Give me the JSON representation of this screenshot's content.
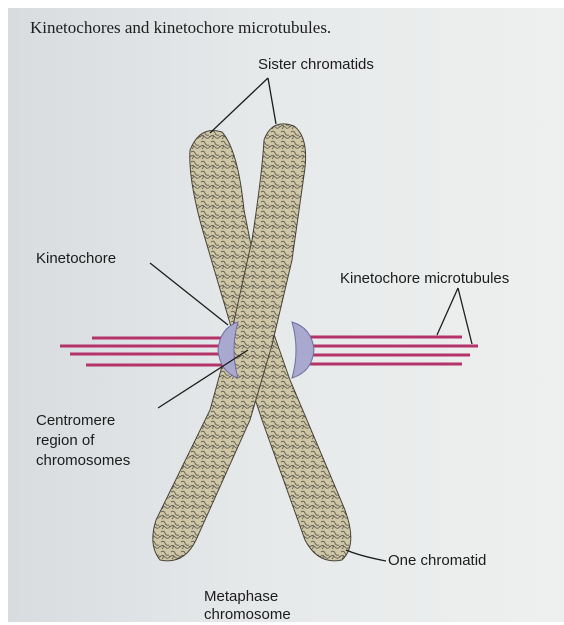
{
  "figure": {
    "caption": "Kinetochores and kinetochore microtubules.",
    "labels": {
      "sister_chromatids": "Sister chromatids",
      "kinetochore": "Kinetochore",
      "kinetochore_microtubules": "Kinetochore microtubules",
      "centromere_line1": "Centromere",
      "centromere_line2": "region of",
      "centromere_line3": "chromosomes",
      "one_chromatid": "One chromatid",
      "metaphase_line1": "Metaphase",
      "metaphase_line2": "chromosome"
    }
  },
  "colors": {
    "chromatid_fill": "#cfc6a6",
    "chromatin_texture": "#2b2b2b",
    "kinetochore": "#a9a8cf",
    "microtubule": "#b4336a"
  }
}
